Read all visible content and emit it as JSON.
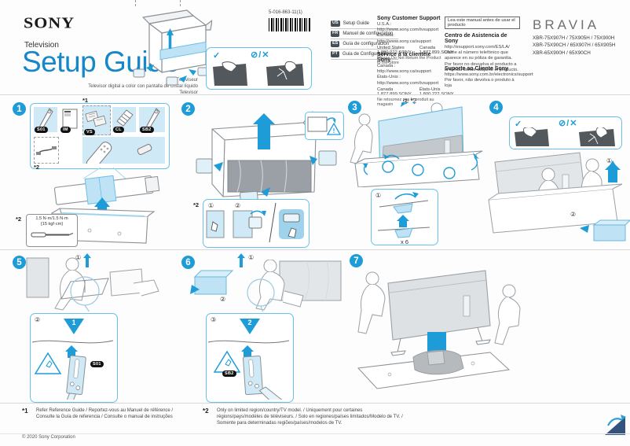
{
  "header": {
    "brand": "SONY",
    "category": "Television",
    "title": "Setup Guide",
    "subtitle_lines": [
      "Téléviseur",
      "Televisor digital a color con pantalla de cristal líquido",
      "Televisor"
    ],
    "part_number": "5-016-863-11(1)"
  },
  "languages": [
    {
      "code": "US",
      "label": "Setup Guide"
    },
    {
      "code": "FR",
      "label": "Manuel de configuration"
    },
    {
      "code": "ES",
      "label": "Guía de configuración"
    },
    {
      "code": "PT",
      "label": "Guia de Configuração"
    }
  ],
  "support_en": {
    "title": "Sony Customer Support",
    "usa_label": "U.S.A.:",
    "usa_url": "http://www.sony.com/tvsupport",
    "canada_label": "Canada:",
    "canada_url": "http://www.sony.ca/support",
    "col1_header": "United States",
    "col2_header": "Canada",
    "col1_phone": "1.800.222.SONY",
    "col2_phone": "1.877.899.SONY",
    "note": "Please Do Not Return the Product to the Store"
  },
  "support_fr": {
    "title": "Service à la clientèle Sony",
    "canada_label": "Canada :",
    "canada_url": "http://www.sony.ca/support",
    "us_label": "États-Unis :",
    "us_url": "http://www.sony.com/tvsupport",
    "col1_header": "Canada",
    "col2_header": "États-Unis",
    "col1_phone": "1.877.899.SONY",
    "col2_phone": "1.800.222.SONY",
    "note": "Ne retournez pas le produit au magasin"
  },
  "support_es": {
    "notice": "Lea este manual antes de usar el producto",
    "title": "Centro de Asistencia de Sony",
    "url": "http://esupport.sony.com/ES/LA/",
    "line1": "Llame al número telefónico que aparece en su póliza de garantía.",
    "line2": "Por favor no devuelva el producto a la tienda donde adquirió el producto."
  },
  "support_pt": {
    "title": "Suporte ao Cliente Sony",
    "url": "https://www.sony.com.br/electronics/support",
    "line1": "Por favor, não devolva o produto à loja"
  },
  "bravia": {
    "logo": "BRAVIA",
    "model_lines": [
      "XBR-75X907H / 75X905H / 75X900H",
      "XBR-75X90CH / 65X907H / 65X905H",
      "XBR-65X900H / 65X90CH"
    ]
  },
  "steps": {
    "s1": {
      "number": "1",
      "ref1": "*1",
      "ref2": "*2",
      "tags": [
        "S01",
        "IM",
        "VS",
        "CL",
        "SB2"
      ],
      "torque_ref": "*2",
      "torque_line1": "1.5 N·m/1.5 N·m",
      "torque_line2": "{15 kgf·cm}"
    },
    "s2": {
      "number": "2",
      "ref": "*2",
      "sub1": "①",
      "sub2": "②"
    },
    "s3": {
      "number": "3",
      "top_label": "② *2",
      "sub1": "①",
      "count": "x 6"
    },
    "s4": {
      "number": "4",
      "sub1": "①",
      "sub2": "②",
      "ok": "✓",
      "ng": "⊘/✕"
    },
    "s5": {
      "number": "5",
      "sub1": "①",
      "sub2": "②",
      "leg_number": "1",
      "tag": "S01"
    },
    "s6": {
      "number": "6",
      "sub1": "①",
      "sub2": "②",
      "sub3": "③",
      "leg_number": "2",
      "tag": "SB2"
    },
    "s7": {
      "number": "7"
    }
  },
  "header_inset": {
    "ok": "✓",
    "ng": "⊘/✕"
  },
  "footnotes": {
    "f1_marker": "*1",
    "f1_text": "Refer Reference Guide / Reportez-vous au Manuel de référence / Consulte la Guía de referencia / Consulte o manual de instruções",
    "f2_marker": "*2",
    "f2_text": "Only on limited region/country/TV model. / Uniquement pour certaines régions/pays/modèles de téléviseurs. / Solo en regiones/países limitados/Modelo de TV. / Somente para determinadas regiões/países/modelos de TV."
  },
  "footer": {
    "copyright": "© 2020 Sony Corporation"
  }
}
